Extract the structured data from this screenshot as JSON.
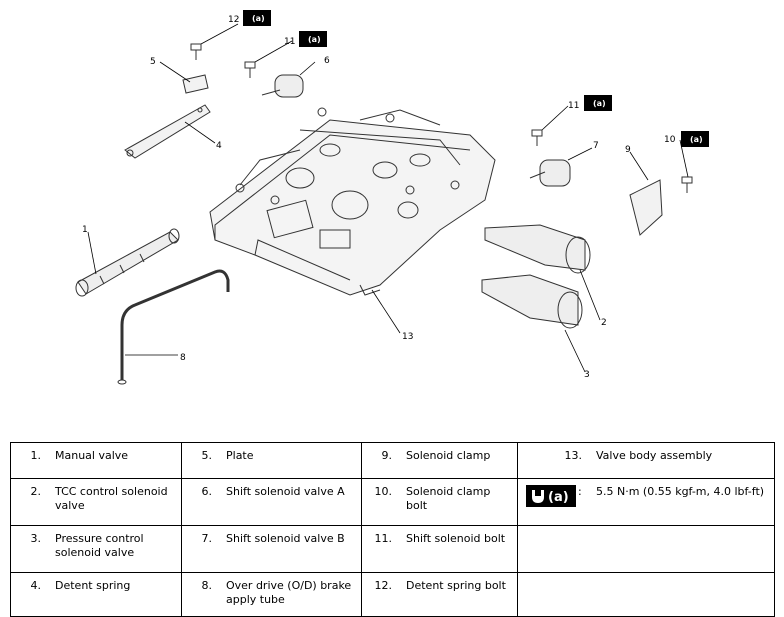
{
  "torque_symbol_text": "(a)",
  "legend": [
    [
      {
        "num": "1.",
        "text": "Manual valve"
      },
      {
        "num": "5.",
        "text": "Plate"
      },
      {
        "num": "9.",
        "text": "Solenoid clamp"
      },
      {
        "num": "13.",
        "text": "Valve body assembly"
      }
    ],
    [
      {
        "num": "2.",
        "text": "TCC control solenoid valve"
      },
      {
        "num": "6.",
        "text": "Shift solenoid valve A"
      },
      {
        "num": "10.",
        "text": "Solenoid clamp bolt"
      },
      {
        "torque": true,
        "colon": ":",
        "text": "5.5 N·m (0.55 kgf-m, 4.0 lbf-ft)"
      }
    ],
    [
      {
        "num": "3.",
        "text": "Pressure control solenoid valve"
      },
      {
        "num": "7.",
        "text": "Shift solenoid valve B"
      },
      {
        "num": "11.",
        "text": "Shift solenoid bolt"
      },
      {
        "empty": true
      }
    ],
    [
      {
        "num": "4.",
        "text": "Detent spring"
      },
      {
        "num": "8.",
        "text": "Over drive (O/D) brake apply tube"
      },
      {
        "num": "12.",
        "text": "Detent spring bolt"
      },
      {
        "empty": true
      }
    ]
  ],
  "callouts": [
    "1",
    "2",
    "3",
    "4",
    "5",
    "6",
    "7",
    "8",
    "9",
    "10",
    "11",
    "11",
    "12",
    "13"
  ]
}
